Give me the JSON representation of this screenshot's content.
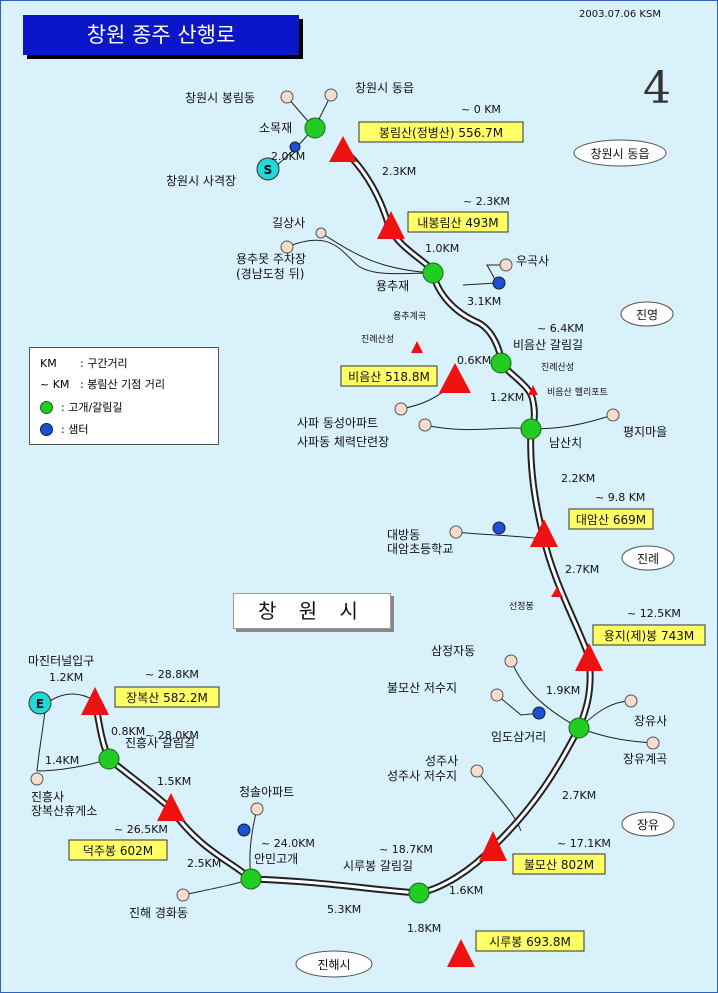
{
  "header": {
    "title": "창원 종주 산행로",
    "date": "2003.07.06 KSM",
    "page_number": "4",
    "city_label": "창 원 시"
  },
  "legend": {
    "row1_key": "KM",
    "row1_text": ": 구간거리",
    "row2_key": "~ KM",
    "row2_text": ": 봉림산 기점 거리",
    "row3_text": ": 고개/갈림길",
    "row4_text": ": 샘터",
    "pass_color": "#22cc22",
    "spring_color": "#1c4fd1"
  },
  "peaks": [
    {
      "name": "봉림산(정병산) 556.7M",
      "distance": "~ 0 KM"
    },
    {
      "name": "내봉림산 493M",
      "distance": "~ 2.3KM"
    },
    {
      "name": "비음산 518.8M"
    },
    {
      "name": "대암산 669M",
      "distance": "~ 9.8 KM"
    },
    {
      "name": "용지(제)봉 743M",
      "distance": "~ 12.5KM"
    },
    {
      "name": "불모산 802M",
      "distance": "~ 17.1KM"
    },
    {
      "name": "시루봉 693.8M"
    },
    {
      "name": "장복산 582.2M",
      "distance": "~ 28.8KM"
    },
    {
      "name": "덕주봉 602M",
      "distance": "~ 26.5KM"
    }
  ],
  "places": {
    "p1": "창원시 봉림동",
    "p2": "창원시 동읍",
    "p3": "소목재",
    "p4": "창원시 사격장",
    "p5": "길상사",
    "p6": "용추못 주차장",
    "p7": "(경남도청 뒤)",
    "p8": "용추재",
    "p9": "우곡사",
    "p10": "비음산 갈림길",
    "p11": "사파 동성아파트",
    "p12": "사파동 체력단련장",
    "p13": "평지마을",
    "p14": "남산치",
    "p15": "대방동",
    "p16": "대암초등학교",
    "p17": "삼정자동",
    "p18": "불모산 저수지",
    "p19": "장유사",
    "p20": "임도삼거리",
    "p21": "장유계곡",
    "p22": "성주사",
    "p23": "성주사 저수지",
    "p24": "시루봉 갈림길",
    "p25": "청솔아파트",
    "p26": "안민고개",
    "p27": "진해 경화동",
    "p28": "마진터널입구",
    "p29": "진흥사 갈림길",
    "p30": "진흥사",
    "p31": "장복산휴게소",
    "p32": "용추계곡",
    "p33": "진례산성",
    "p34": "비음산 헬리포트",
    "p35": "진례산성",
    "p36": "선정봉",
    "p37": "~ 6.4KM",
    "p38": "~ 24.0KM",
    "p39": "~ 18.7KM",
    "p40": "~ 28.0KM"
  },
  "regions": {
    "r1": "창원시 동읍",
    "r2": "진영",
    "r3": "진례",
    "r4": "장유",
    "r5": "진해시"
  },
  "segments": {
    "s1": "2.0KM",
    "s2": "2.3KM",
    "s3": "1.0KM",
    "s4": "3.1KM",
    "s5": "0.6KM",
    "s6": "1.2KM",
    "s7": "2.2KM",
    "s8": "2.7KM",
    "s9": "1.9KM",
    "s10": "2.7KM",
    "s11": "1.6KM",
    "s12": "1.8KM",
    "s13": "5.3KM",
    "s14": "2.5KM",
    "s15": "1.5KM",
    "s16": "1.4KM",
    "s17": "0.8KM",
    "s18": "1.2KM"
  },
  "markers": {
    "spring_marker": "S",
    "end_marker": "E"
  }
}
